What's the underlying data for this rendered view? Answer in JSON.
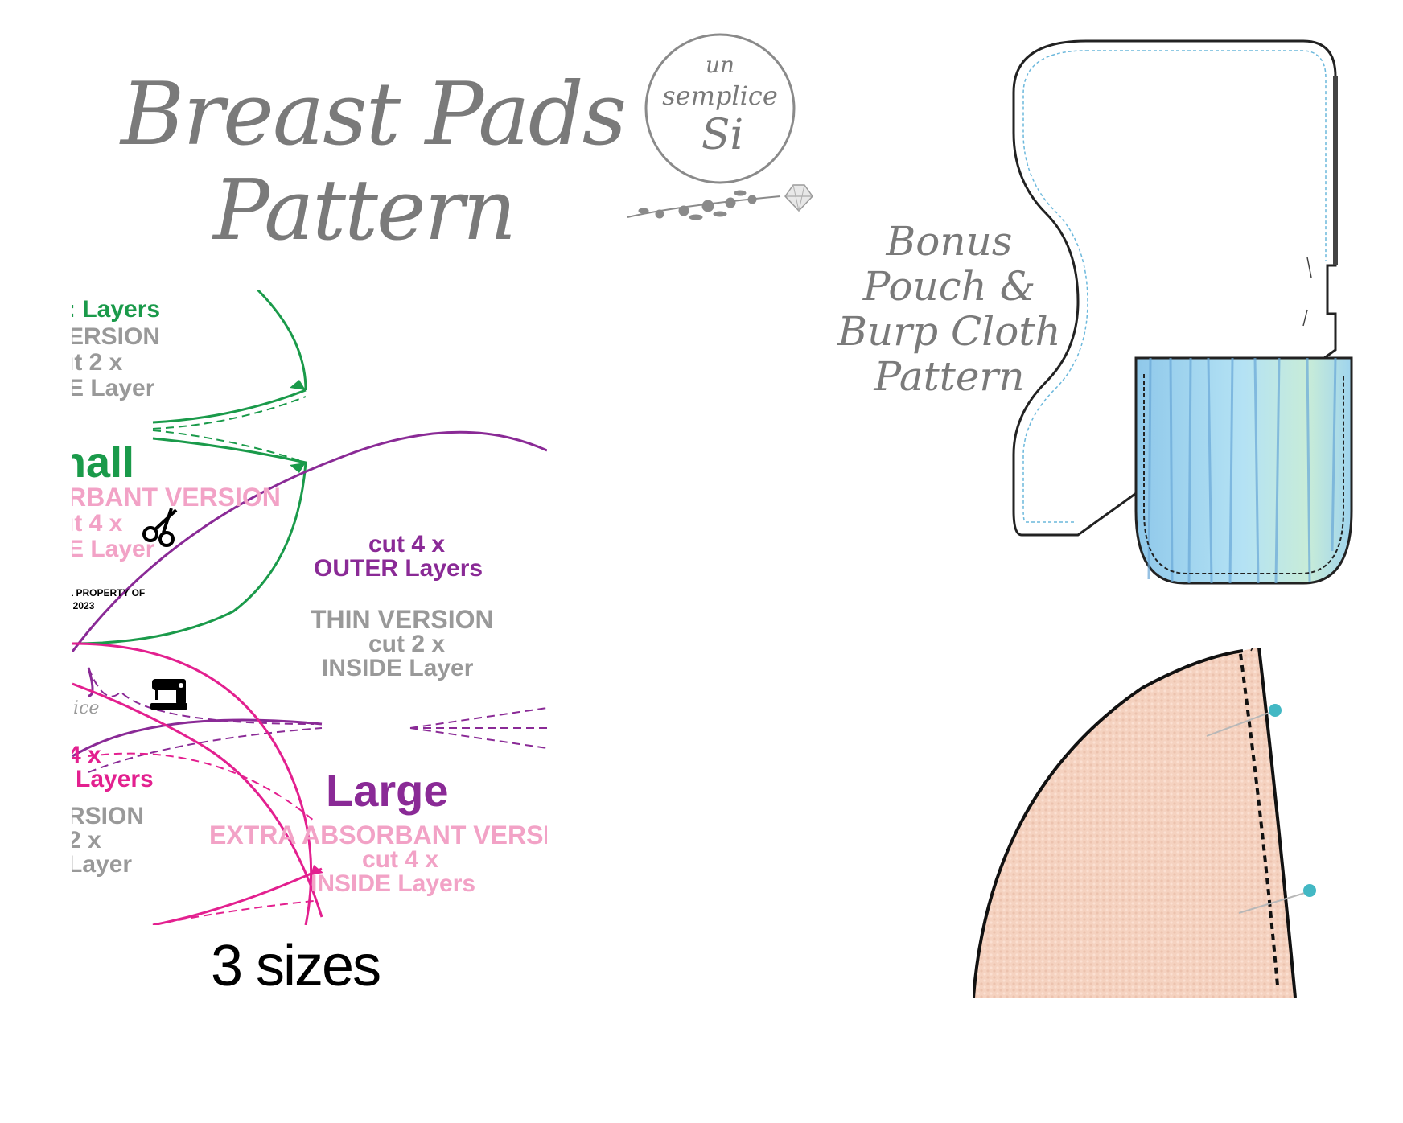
{
  "title": {
    "line1": "Breast Pads",
    "line2": "Pattern"
  },
  "logo": {
    "line1": "un",
    "line2": "semplice",
    "line3": "Si"
  },
  "bonus": {
    "line1": "Bonus",
    "line2": "Pouch &",
    "line3": "Burp Cloth",
    "line4": "Pattern"
  },
  "pattern": {
    "small_block": {
      "outer_layers": ": Layers",
      "version": "ERSION",
      "cut": "ıt 2 x",
      "layer": "E  Layer",
      "size": "nall",
      "absorbant": "RBANT VERSION",
      "cut4": "ıt 4 x",
      "layer2": "E  Layer",
      "copyright1": "L PROPERTY OF",
      "copyright2": "i 2023"
    },
    "medium_block": {
      "cut_outer": "cut 4 x",
      "outer_layers": "OUTER  Layers",
      "thin_version": "THIN VERSION",
      "cut2": "cut 2 x",
      "inside_layer": "INSIDE  Layer",
      "logo_fragment": "lice"
    },
    "large_block": {
      "cut4": "4 x",
      "layers": "Layers",
      "version": "RSION",
      "cut2": "2 x",
      "layer": "Layer",
      "size": "Large",
      "extra_absorbant": "EXTRA ABSORBANT VERSI",
      "cut4b": "cut 4 x",
      "inside_layers": "INSIDE  Layers"
    }
  },
  "sizes_label": "3 sizes",
  "colors": {
    "small": "#1a9a4a",
    "medium": "#8a2a96",
    "large": "#e3208f",
    "absorbant": "#f2a2c6",
    "thin": "#999999",
    "pouch_fabric": "#a8d8f0",
    "pad_fabric": "#f5d2c0"
  },
  "icons": [
    "scissors-icon",
    "sewing-machine-icon",
    "pin-icon",
    "diamond-icon",
    "floral-branch-icon"
  ]
}
